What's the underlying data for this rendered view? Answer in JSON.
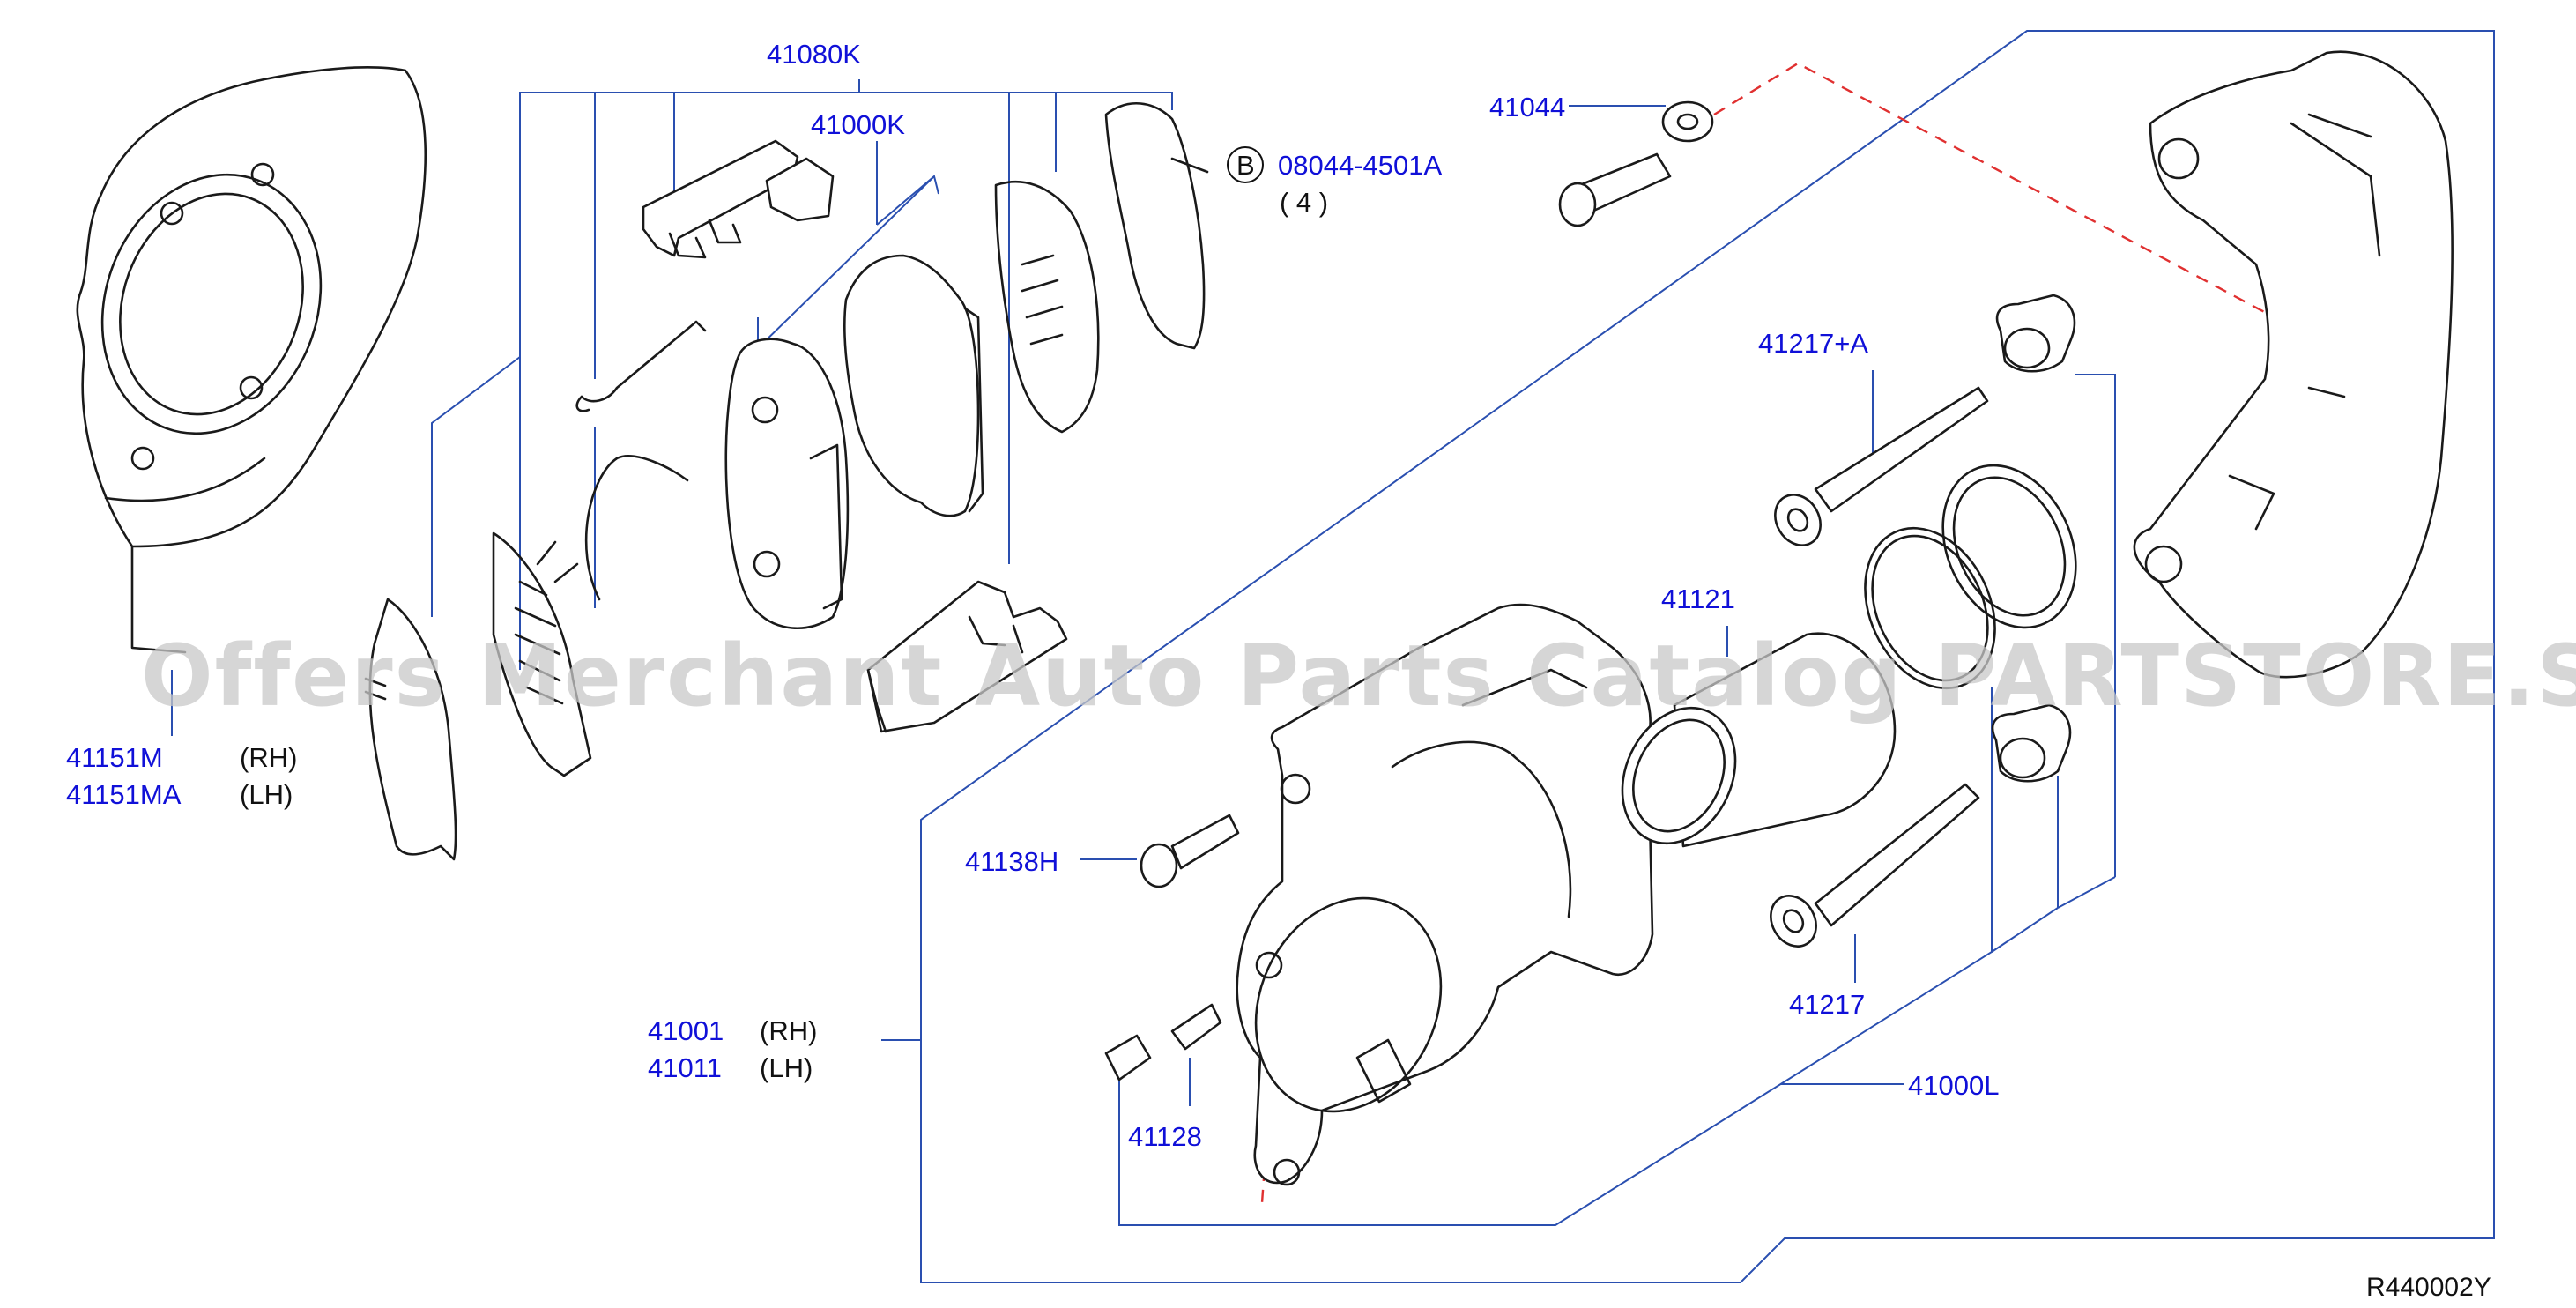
{
  "diagram": {
    "reference_code": "R440002Y",
    "watermark": "Offers Merchant Auto Parts Catalog PARTSTORE.SA",
    "labels": {
      "p41080K": "41080K",
      "p41000K": "41000K",
      "p41044": "41044",
      "bolt_badge": "B",
      "p08044": "08044-4501A",
      "p08044_qty": "( 4 )",
      "p41217A": "41217+A",
      "p41121": "41121",
      "p41151M": "41151M",
      "p41151M_side": "(RH)",
      "p41151MA": "41151MA",
      "p41151MA_side": "(LH)",
      "p41138H": "41138H",
      "p41001": "41001",
      "p41001_side": "(RH)",
      "p41011": "41011",
      "p41011_side": "(LH)",
      "p41128": "41128",
      "p41217": "41217",
      "p41000L": "41000L"
    },
    "colors": {
      "part_number": "#1010d8",
      "leader_line": "#2a4fb0",
      "dashed_guide": "#e03030",
      "outline": "#1a1a1a"
    }
  }
}
